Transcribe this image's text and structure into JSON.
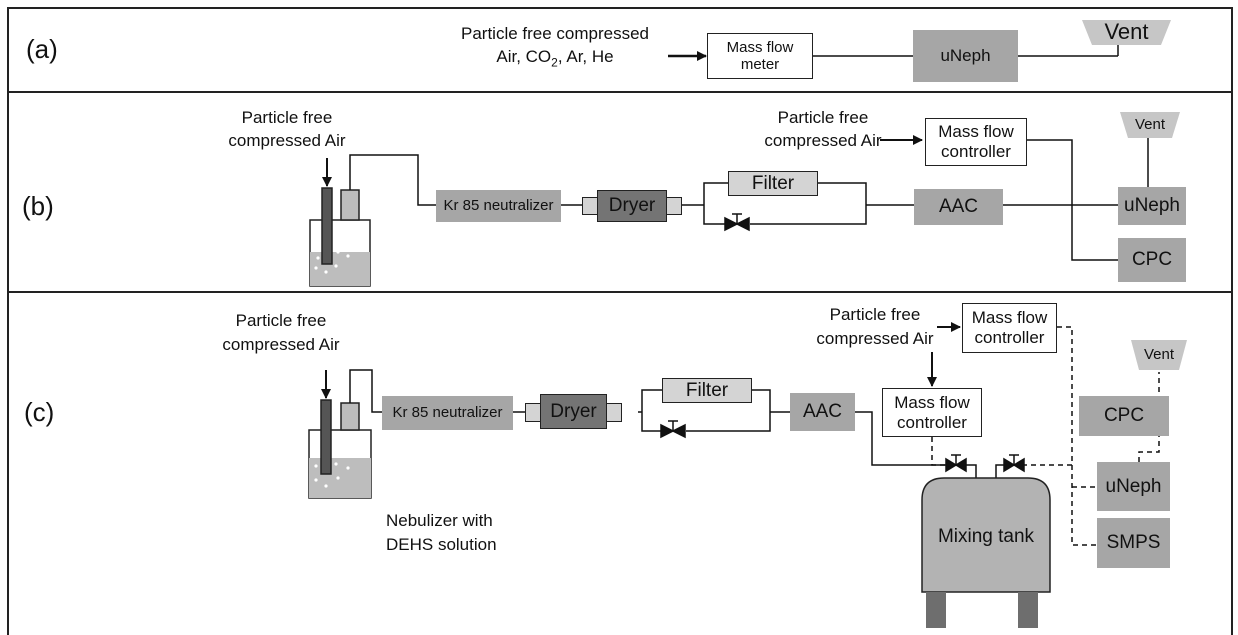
{
  "panels": {
    "a": {
      "label": "(a)",
      "source_line1": "Particle free compressed",
      "source_line2_prefix": "Air, CO",
      "source_line2_sub": "2",
      "source_line2_suffix": ", Ar, He",
      "mfm_line1": "Mass flow",
      "mfm_line2": "meter",
      "uneph": "uNeph",
      "vent": "Vent"
    },
    "b": {
      "label": "(b)",
      "air_line1": "Particle free",
      "air_line2": "compressed Air",
      "kr85": "Kr 85 neutralizer",
      "dryer": "Dryer",
      "filter": "Filter",
      "aac": "AAC",
      "air2_line1": "Particle free",
      "air2_line2": "compressed Air",
      "mfc_line1": "Mass flow",
      "mfc_line2": "controller",
      "vent": "Vent",
      "uneph": "uNeph",
      "cpc": "CPC"
    },
    "c": {
      "label": "(c)",
      "air_line1": "Particle free",
      "air_line2": "compressed Air",
      "kr85": "Kr 85 neutralizer",
      "dryer": "Dryer",
      "filter": "Filter",
      "aac": "AAC",
      "air2_line1": "Particle free",
      "air2_line2": "compressed Air",
      "mfc1_line1": "Mass flow",
      "mfc1_line2": "controller",
      "mfc2_line1": "Mass flow",
      "mfc2_line2": "controller",
      "vent": "Vent",
      "cpc": "CPC",
      "uneph": "uNeph",
      "smps": "SMPS",
      "tank": "Mixing tank",
      "nebulizer_line1": "Nebulizer with",
      "nebulizer_line2": "DEHS solution"
    }
  }
}
